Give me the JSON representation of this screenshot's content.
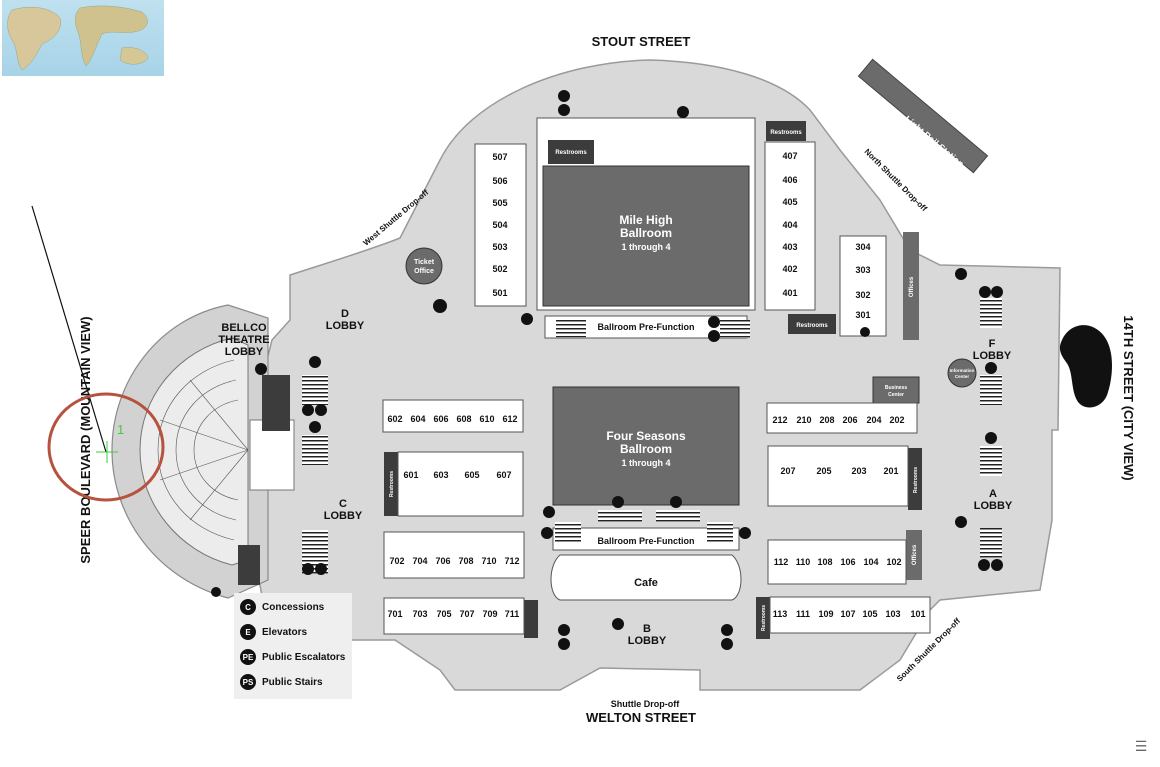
{
  "streets": {
    "north": "STOUT STREET",
    "south": "WELTON STREET",
    "west": "SPEER BOULEVARD (MOUNTAIN VIEW)",
    "east": "14TH STREET (CITY VIEW)"
  },
  "dropoffs": {
    "west": "West Shuttle Drop-off",
    "north": "North Shuttle Drop-off",
    "south": "South Shuttle Drop-off",
    "bottom": "Shuttle Drop-off"
  },
  "light_rail": "Light Rail Station",
  "ballrooms": {
    "mile_high": {
      "name1": "Mile High",
      "name2": "Ballroom",
      "sub": "1 through 4"
    },
    "four_seasons": {
      "name1": "Four Seasons",
      "name2": "Ballroom",
      "sub": "1 through 4"
    }
  },
  "prefunction": [
    "Ballroom Pre-Function",
    "Ballroom Pre-Function"
  ],
  "cafe": "Cafe",
  "ticket_office": {
    "line1": "Ticket",
    "line2": "Office"
  },
  "info_center": {
    "line1": "Information",
    "line2": "Center"
  },
  "restrooms": "Restrooms",
  "offices": "Offices",
  "business_center": {
    "line1": "Business",
    "line2": "Center"
  },
  "lobbies": {
    "d": [
      "D",
      "LOBBY"
    ],
    "c": [
      "C",
      "LOBBY"
    ],
    "b": [
      "B",
      "LOBBY"
    ],
    "a": [
      "A",
      "LOBBY"
    ],
    "f": [
      "F",
      "LOBBY"
    ],
    "bellco": [
      "BELLCO",
      "THEATRE",
      "LOBBY"
    ]
  },
  "rooms": {
    "r500": [
      "507",
      "506",
      "505",
      "504",
      "503",
      "502",
      "501"
    ],
    "r400": [
      "407",
      "406",
      "405",
      "404",
      "403",
      "402",
      "401"
    ],
    "r300": [
      "304",
      "303",
      "302",
      "301"
    ],
    "r600top": [
      "602",
      "604",
      "606",
      "608",
      "610",
      "612"
    ],
    "r600bot": [
      "601",
      "603",
      "605",
      "607"
    ],
    "r700top": [
      "702",
      "704",
      "706",
      "708",
      "710",
      "712"
    ],
    "r700bot": [
      "701",
      "703",
      "705",
      "707",
      "709",
      "711"
    ],
    "r200top": [
      "212",
      "210",
      "208",
      "206",
      "204",
      "202"
    ],
    "r200bot": [
      "207",
      "205",
      "203",
      "201"
    ],
    "r100top": [
      "112",
      "110",
      "108",
      "106",
      "104",
      "102"
    ],
    "r100bot": [
      "113",
      "111",
      "109",
      "107",
      "105",
      "103",
      "101"
    ]
  },
  "legend": [
    {
      "code": "C",
      "label": "Concessions"
    },
    {
      "code": "E",
      "label": "Elevators"
    },
    {
      "code": "PE",
      "label": "Public Escalators"
    },
    {
      "code": "PS",
      "label": "Public Stairs"
    }
  ],
  "marker": {
    "label": "1",
    "color": "#3ecf3e",
    "circle_color": "#b5533f"
  },
  "colors": {
    "building": "#d9d9d9",
    "ballroom": "#6b6b6b",
    "dark": "#3c3c3c",
    "corridor": "#e9e9e9"
  }
}
